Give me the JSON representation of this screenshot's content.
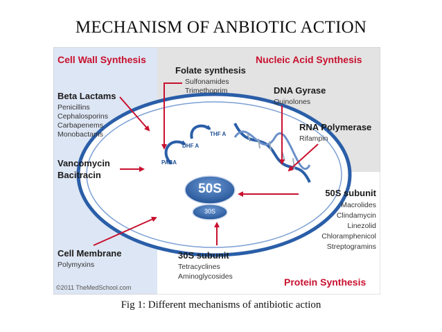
{
  "slide": {
    "title": "MECHANISM OF ANBIOTIC ACTION",
    "caption": "Fig 1: Different mechanisms of antibiotic action"
  },
  "diagram": {
    "regions": {
      "cell_wall": "Cell Wall Synthesis",
      "nucleic_acid": "Nucleic Acid Synthesis",
      "protein": "Protein Synthesis"
    },
    "folate": {
      "title": "Folate synthesis",
      "drugs": [
        "Sulfonamides",
        "Trimethoprim"
      ],
      "intermediates": [
        "PABA",
        "DHF A",
        "THF A"
      ]
    },
    "beta_lactams": {
      "title": "Beta Lactams",
      "drugs": [
        "Penicillins",
        "Cephalosporins",
        "Carbapenems",
        "Monobactams"
      ]
    },
    "vancomycin": {
      "lines": [
        "Vancomycin",
        "Bacitracin"
      ]
    },
    "cell_membrane": {
      "title": "Cell Membrane",
      "drugs": [
        "Polymyxins"
      ]
    },
    "dna_gyrase": {
      "title": "DNA Gyrase",
      "drugs": [
        "Quinolones"
      ]
    },
    "rna_polymerase": {
      "title": "RNA Polymerase",
      "drugs": [
        "Rifampin"
      ]
    },
    "subunit_50s": {
      "title": "50S subunit",
      "drugs": [
        "Macrolides",
        "Clindamycin",
        "Linezolid",
        "Chloramphenicol",
        "Streptogramins"
      ]
    },
    "subunit_30s": {
      "title": "30S subunit",
      "drugs": [
        "Tetracyclines",
        "Aminoglycosides"
      ]
    },
    "ribosome": {
      "large": "50S",
      "small": "30S"
    },
    "copyright": "©2011 TheMedSchool.com"
  },
  "colors": {
    "cell_wall_bg": "#dde6f4",
    "nucleic_bg": "#e3e3e3",
    "red": "#c8102e",
    "cell_blue": "#2a5ea8",
    "ribosome_blue": "#2f63ab"
  }
}
